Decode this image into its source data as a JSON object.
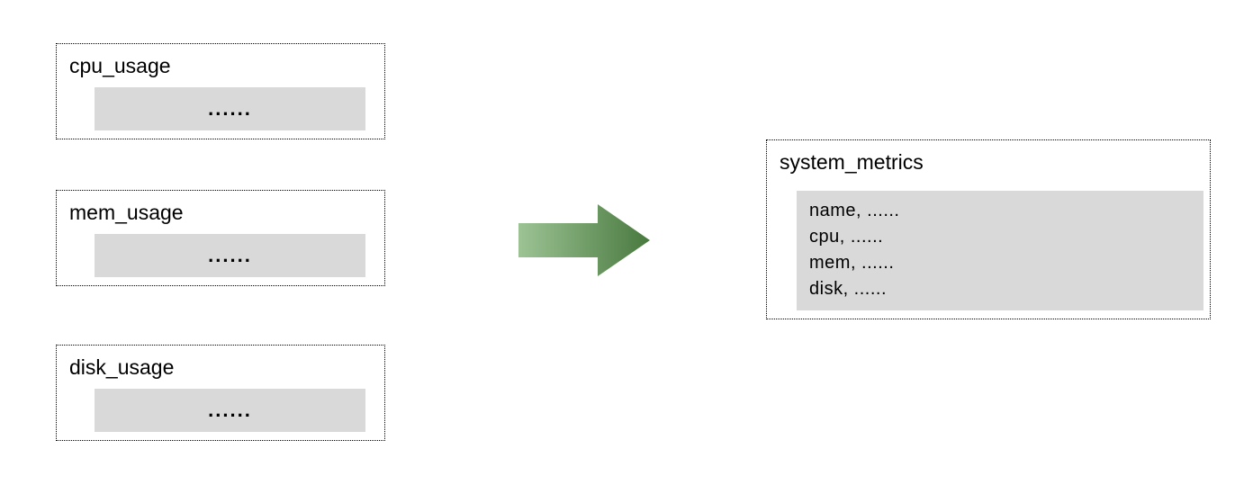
{
  "left_boxes": [
    {
      "title": "cpu_usage",
      "content": "......"
    },
    {
      "title": "mem_usage",
      "content": "......"
    },
    {
      "title": "disk_usage",
      "content": "......"
    }
  ],
  "right_box": {
    "title": "system_metrics",
    "rows": [
      "name, ......",
      "cpu, ......",
      "mem, ......",
      "disk, ......"
    ]
  },
  "arrow": {
    "direction": "right",
    "gradient_start": "#9cc394",
    "gradient_end": "#49793f"
  },
  "colors": {
    "inner_fill": "#d9d9d9",
    "border": "#000000",
    "background": "#ffffff"
  }
}
